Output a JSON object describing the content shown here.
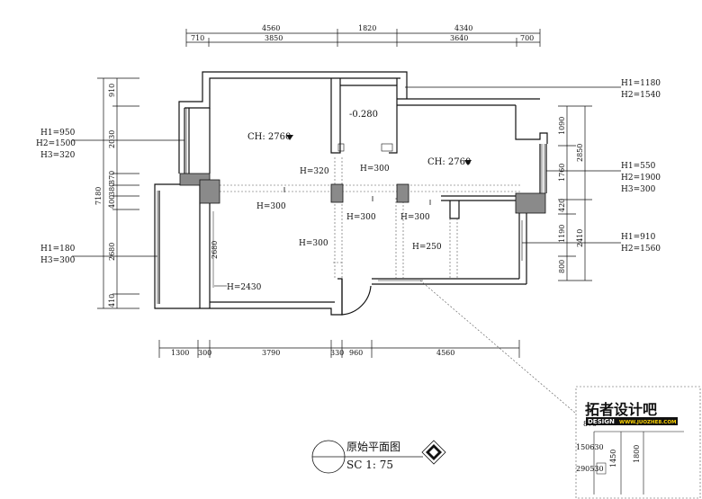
{
  "dimensions": {
    "top_total": [
      "4560",
      "1820",
      "4340"
    ],
    "top_sub": [
      "710",
      "3850",
      "3640",
      "700"
    ],
    "bottom": [
      "1300",
      "300",
      "3790",
      "330",
      "960",
      "4560"
    ],
    "left": [
      "910",
      "2030",
      "370",
      "380",
      "400",
      "2680",
      "410"
    ],
    "left_total": "7180",
    "right_inner": [
      "1090",
      "1760",
      "420",
      "1190",
      "800"
    ],
    "right_outer": [
      "2850",
      "2410"
    ],
    "inner_vertical": "2680"
  },
  "openings_left": [
    [
      "H1=950",
      "H2=1500",
      "H3=320"
    ],
    [
      "H1=180",
      "H3=300"
    ]
  ],
  "openings_right": [
    [
      "H1=1180",
      "H2=1540"
    ],
    [
      "H1=550",
      "H2=1900",
      "H3=300"
    ],
    [
      "H1=910",
      "H2=1560"
    ]
  ],
  "beam_heights": {
    "h320": "H=320",
    "h300_a": "H=300",
    "h300_b": "H=300",
    "h300_c": "H=300",
    "h300_d": "H=300",
    "h300_e": "H=300",
    "h250": "H=250",
    "h2430": "H=2430"
  },
  "ceiling": {
    "left": "CH: 2760",
    "right": "CH: 2760"
  },
  "level_mark": "-0.280",
  "title": {
    "name": "原始平面图",
    "scale": "SC  1: 75"
  },
  "watermark": {
    "brand": "拓者设计吧",
    "tagline": "DESIGN",
    "site": "WWW.JUOZHE8.COM"
  },
  "inset_dims": [
    "1800",
    "1450",
    "150630",
    "290530",
    "870"
  ],
  "colors": {
    "line": "#111111",
    "column": "#8a8a8a",
    "gridline": "#555555"
  }
}
